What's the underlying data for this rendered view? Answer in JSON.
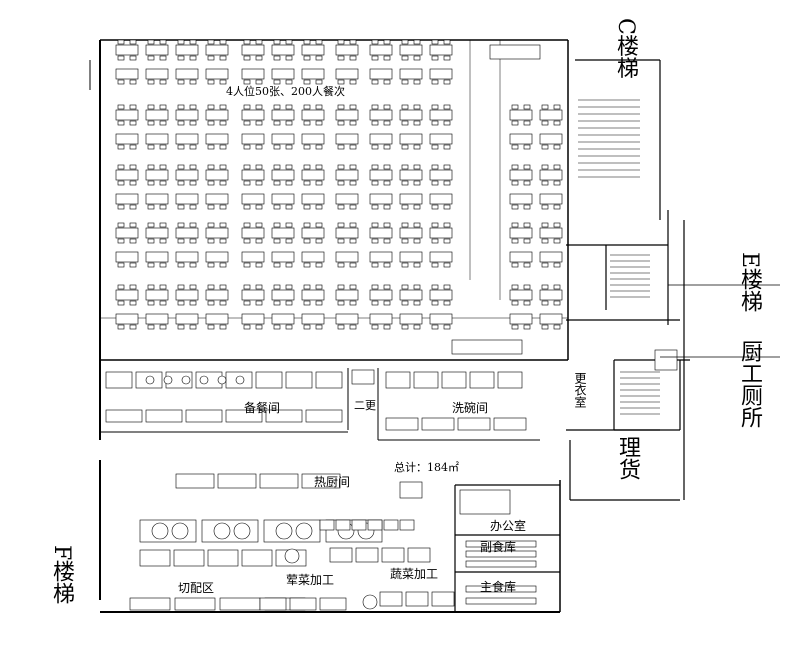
{
  "plan": {
    "dining_caption": "4人位50张、200人餐次",
    "total_area": "总计：184㎡",
    "rooms": {
      "prep": "备餐间",
      "locker": "二更",
      "dishwash": "洗碗间",
      "hot_kitchen": "热厨间",
      "cutting": "切配区",
      "meat": "荤菜加工",
      "veg": "蔬菜加工",
      "office": "办公室",
      "sub_store": "副食库",
      "main_store": "主食库",
      "changing": "更衣室"
    },
    "stairs": {
      "c": "C楼梯",
      "e": "E楼梯",
      "f": "F楼梯",
      "toilet": "厨工厕所",
      "handling": "理货"
    }
  },
  "colors": {
    "line": "#000000",
    "background": "#ffffff"
  }
}
